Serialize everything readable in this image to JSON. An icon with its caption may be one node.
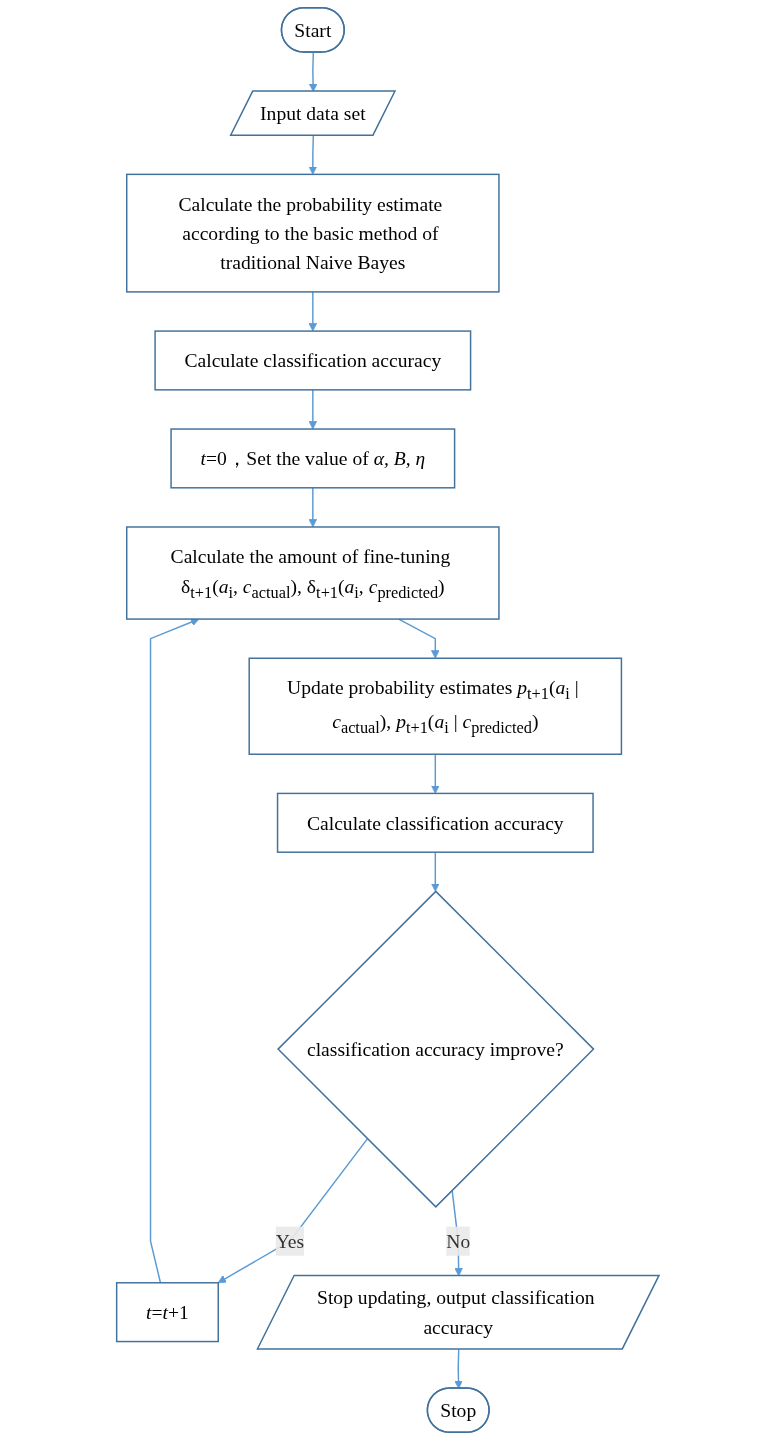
{
  "diagram": {
    "nodes": [
      {
        "text": [
          "Start"
        ]
      },
      {
        "text": [
          "Input data set"
        ]
      },
      {
        "text": [
          "Calculate the probability estimate according to the basic method of traditional Naive Bayes"
        ]
      },
      {
        "text": [
          "Calculate classification accuracy"
        ]
      },
      {
        "text": [
          "*t*=0，Set the value of *α, B, η*"
        ]
      },
      {
        "text": [
          "Calculate the amount of fine-tuning δ$_{t+1}$(*a*$_{i}$, *c*$_{actual}$), δ$_{t+1}$(*a*$_{i}$, *c*$_{predicted}$)"
        ]
      },
      {
        "text": [
          "Update probability estimates *p*$_{t+1}$(*a*$_{i}$ | *c*$_{actual}$), *p*$_{t+1}$(*a*$_{i}$ | *c*$_{predicted}$)"
        ]
      },
      {
        "text": [
          "Calculate classification accuracy"
        ]
      },
      {
        "text": [
          "classification accuracy improve?"
        ]
      },
      {
        "text": [
          "*t*=*t*+1"
        ]
      },
      {
        "text": [
          "Stop updating, output classification accuracy"
        ]
      },
      {
        "text": [
          "Stop"
        ]
      }
    ],
    "edges": [
      {
        "from": 0,
        "to": 1,
        "arrow": "to"
      },
      {
        "from": 1,
        "to": 2,
        "arrow": "to"
      },
      {
        "from": 2,
        "to": 3,
        "arrow": "to"
      },
      {
        "from": 3,
        "to": 4,
        "arrow": "to"
      },
      {
        "from": 4,
        "to": 5,
        "arrow": "to"
      },
      {
        "from": 5,
        "to": 6,
        "arrow": "to"
      },
      {
        "from": 6,
        "to": 7,
        "arrow": "to"
      },
      {
        "from": 7,
        "to": 8,
        "arrow": "to"
      },
      {
        "from": 8,
        "to": 9,
        "label": "Yes",
        "arrow": "to"
      },
      {
        "from": 9,
        "to": 5,
        "arrow": "to"
      },
      {
        "from": 8,
        "to": 10,
        "label": "No",
        "arrow": "to"
      },
      {
        "from": 10,
        "to": 11,
        "arrow": "to"
      }
    ]
  }
}
